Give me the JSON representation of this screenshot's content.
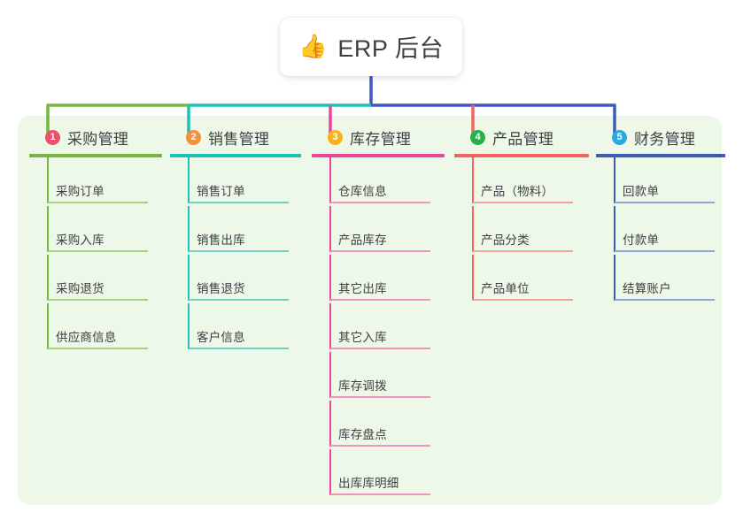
{
  "root": {
    "icon": "thumbs-up-icon",
    "emoji": "👍",
    "title": "ERP 后台"
  },
  "palette": {
    "panel_bg": "#eef8e8",
    "page_bg": "#ffffff",
    "text": "#3c4043",
    "root_stem": "#4355c7"
  },
  "columns": [
    {
      "number": "1",
      "title": "采购管理",
      "badge_color": "#ef4f68",
      "line_color": "#76b83f",
      "rule_color": "#76b83f",
      "leaf_line_color": "#a9d183",
      "items": [
        "采购订单",
        "采购入库",
        "采购退货",
        "供应商信息"
      ]
    },
    {
      "number": "2",
      "title": "销售管理",
      "badge_color": "#f4903b",
      "line_color": "#19c3b6",
      "rule_color": "#19c3b6",
      "leaf_line_color": "#74cfc8",
      "items": [
        "销售订单",
        "销售出库",
        "销售退货",
        "客户信息"
      ]
    },
    {
      "number": "3",
      "title": "库存管理",
      "badge_color": "#f5b41d",
      "line_color": "#e8479b",
      "rule_color": "#e8479b",
      "leaf_line_color": "#eb96bf",
      "items": [
        "仓库信息",
        "产品库存",
        "其它出库",
        "其它入库",
        "库存调拨",
        "库存盘点",
        "出库库明细"
      ]
    },
    {
      "number": "4",
      "title": "产品管理",
      "badge_color": "#22b14c",
      "line_color": "#f4655e",
      "rule_color": "#f4655e",
      "leaf_line_color": "#f2a3a0",
      "items": [
        "产品（物料）",
        "产品分类",
        "产品单位"
      ]
    },
    {
      "number": "5",
      "title": "财务管理",
      "badge_color": "#29a9e0",
      "line_color": "#3b5bb5",
      "rule_color": "#3b5bb5",
      "leaf_line_color": "#8fa6d8",
      "items": [
        "回款单",
        "付款单",
        "结算账户"
      ]
    }
  ],
  "bus": {
    "segments": [
      {
        "name": "segment-green",
        "color": "#76b83f"
      },
      {
        "name": "segment-teal",
        "color": "#19c3b6"
      },
      {
        "name": "segment-blue",
        "color": "#4355c7"
      }
    ]
  }
}
